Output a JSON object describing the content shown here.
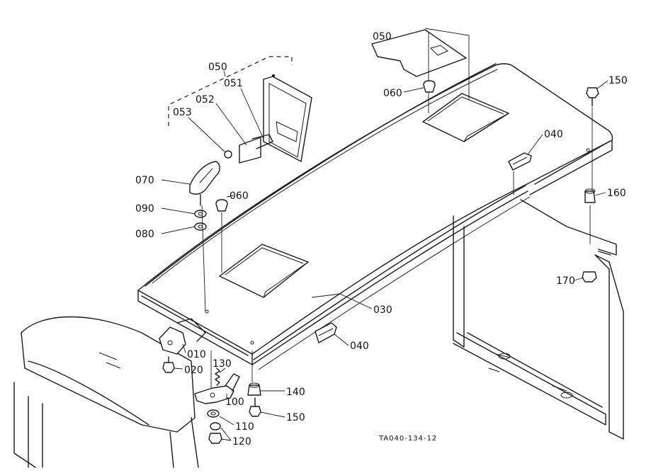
{
  "drawing_code": "TA040-134-12",
  "callouts": [
    {
      "id": "c050a",
      "text": "050"
    },
    {
      "id": "c051",
      "text": "051"
    },
    {
      "id": "c052",
      "text": "052"
    },
    {
      "id": "c053",
      "text": "053"
    },
    {
      "id": "c070",
      "text": "070"
    },
    {
      "id": "c090",
      "text": "090"
    },
    {
      "id": "c080",
      "text": "080"
    },
    {
      "id": "c060a",
      "text": "060"
    },
    {
      "id": "c050b",
      "text": "050"
    },
    {
      "id": "c060b",
      "text": "060"
    },
    {
      "id": "c150a",
      "text": "150"
    },
    {
      "id": "c040a",
      "text": "040"
    },
    {
      "id": "c160",
      "text": "160"
    },
    {
      "id": "c170",
      "text": "170"
    },
    {
      "id": "c030",
      "text": "030"
    },
    {
      "id": "c040b",
      "text": "040"
    },
    {
      "id": "c010",
      "text": "010"
    },
    {
      "id": "c020",
      "text": "020"
    },
    {
      "id": "c130",
      "text": "130"
    },
    {
      "id": "c100",
      "text": "100"
    },
    {
      "id": "c140",
      "text": "140"
    },
    {
      "id": "c150b",
      "text": "150"
    },
    {
      "id": "c110",
      "text": "110"
    },
    {
      "id": "c120",
      "text": "120"
    }
  ]
}
